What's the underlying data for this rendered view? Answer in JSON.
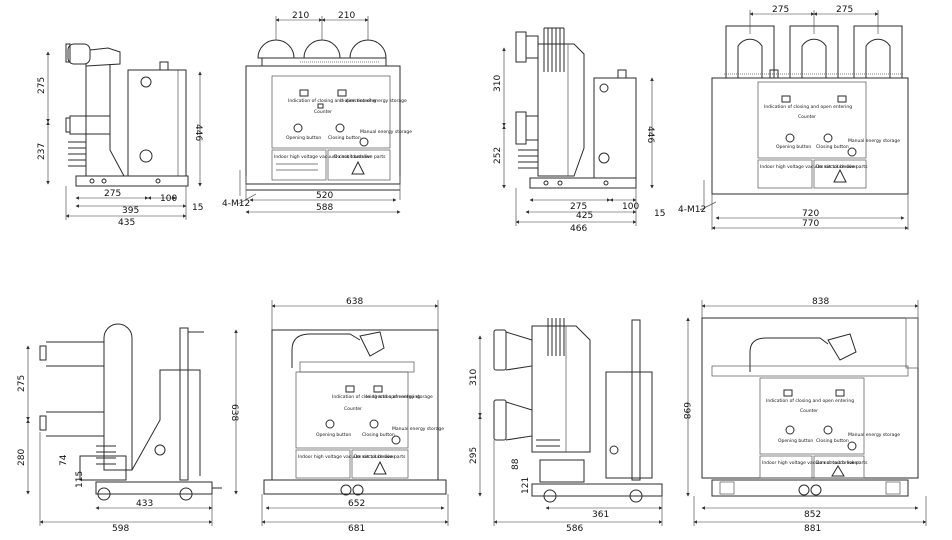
{
  "drawing": {
    "views": [
      {
        "id": "tl-side",
        "dims": {
          "d275": "275",
          "d237": "237",
          "d446": "446",
          "d275b": "275",
          "d100": "100",
          "d15": "15",
          "d395": "395",
          "d435": "435"
        }
      },
      {
        "id": "tl-front",
        "dims": {
          "d210a": "210",
          "d210b": "210",
          "d520": "520",
          "d588": "588",
          "m12": "4-M12"
        },
        "panel": {
          "ind_closing": "Indication of closing and open entering",
          "ind_direction": "In direction of energy storage",
          "counter": "Counter",
          "opening": "Opening button",
          "closing": "Closing button",
          "manual": "Manual energy storage",
          "nameplate": "Indoor high voltage vacuum circuit breaker",
          "warning": "Do not touch live parts"
        }
      },
      {
        "id": "tr-side",
        "dims": {
          "d310": "310",
          "d252": "252",
          "d446": "446",
          "d275": "275",
          "d425": "425",
          "d100": "100",
          "d15": "15",
          "d466": "466"
        }
      },
      {
        "id": "tr-front",
        "dims": {
          "d275a": "275",
          "d275b": "275",
          "d720": "720",
          "d770": "770",
          "m12": "4-M12"
        },
        "panel": {
          "ind_closing": "Indication of closing and open entering",
          "counter": "Counter",
          "opening": "Opening button",
          "closing": "Closing button",
          "manual": "Manual energy storage",
          "nameplate": "Indoor high voltage vacuum circuit breaker",
          "warning": "Do not touch live parts"
        }
      },
      {
        "id": "bl-side",
        "dims": {
          "d275": "275",
          "d280": "280",
          "d638": "638",
          "d74": "74",
          "d115": "115",
          "d433": "433",
          "d598": "598"
        }
      },
      {
        "id": "bl-front",
        "dims": {
          "d638": "638",
          "d652": "652",
          "d681": "681"
        },
        "panel": {
          "ind_closing": "Indication of closing and open entering",
          "ind_direction": "In direction of energy storage",
          "counter": "Counter",
          "opening": "Opening button",
          "closing": "Closing button",
          "manual": "Manual energy storage",
          "nameplate": "Indoor high voltage vacuum circuit breaker",
          "warning": "Do not touch live parts"
        }
      },
      {
        "id": "br-side",
        "dims": {
          "d310": "310",
          "d295": "295",
          "d698": "698",
          "d88": "88",
          "d121": "121",
          "d361": "361",
          "d586": "586"
        }
      },
      {
        "id": "br-front",
        "dims": {
          "d838": "838",
          "d852": "852",
          "d881": "881"
        },
        "panel": {
          "ind_closing": "Indication of closing and open entering",
          "counter": "Counter",
          "opening": "Opening button",
          "closing": "Closing button",
          "manual": "Manual energy storage",
          "nameplate": "Indoor high voltage vacuum circuit breaker",
          "warning": "Do not touch live parts"
        }
      }
    ]
  }
}
